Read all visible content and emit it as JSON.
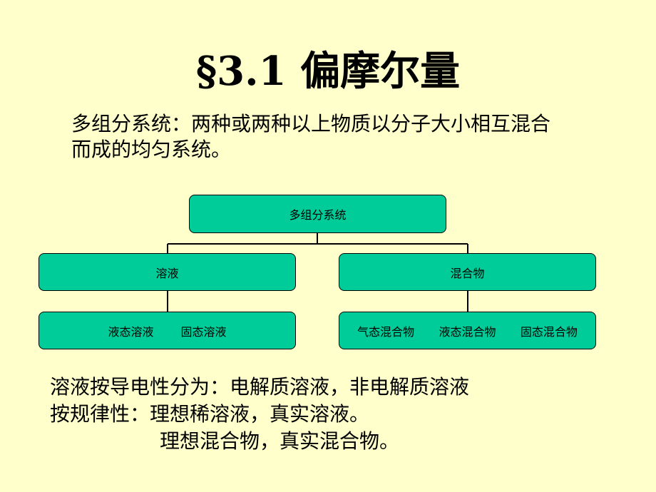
{
  "title": "§3.1  偏摩尔量",
  "intro": {
    "line1": "多组分系统：两种或两种以上物质以分子大小相互混合",
    "line2": "而成的均匀系统。"
  },
  "diagram": {
    "root": "多组分系统",
    "left": {
      "label": "溶液",
      "children": [
        "液态溶液",
        "固态溶液"
      ]
    },
    "right": {
      "label": "混合物",
      "children": [
        "气态混合物",
        "液态混合物",
        "固态混合物"
      ]
    }
  },
  "notes": {
    "line1": "溶液按导电性分为：电解质溶液，非电解质溶液",
    "line2": "按规律性：理想稀溶液，真实溶液。",
    "line3": "理想混合物，真实混合物。"
  },
  "colors": {
    "background": "#ffffcc",
    "box_fill": "#00cc99"
  }
}
